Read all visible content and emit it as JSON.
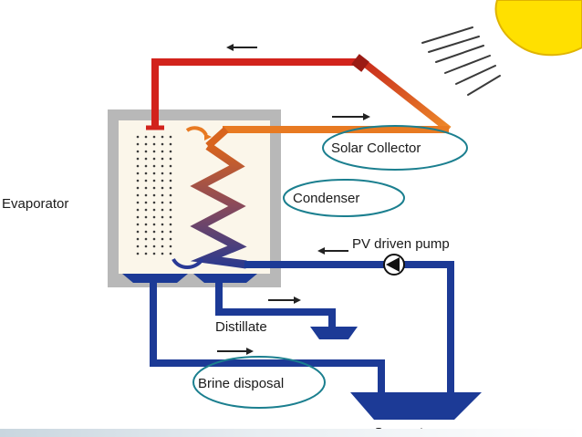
{
  "diagram": {
    "labels": {
      "evaporator": "Evaporator",
      "solar_collector": "Solar Collector",
      "condenser": "Condenser",
      "pv_pump": "PV driven pump",
      "distillate": "Distillate",
      "brine_disposal": "Brine disposal",
      "sea_water": "Sea water"
    },
    "colors": {
      "hot_pipe": "#d2231c",
      "warm_pipe": "#e87a22",
      "cold_pipe": "#1c3a96",
      "coil_gradient_top": "#d8641e",
      "coil_gradient_bottom": "#2e3a8c",
      "sun": "#ffe000",
      "sun_outline": "#e0b400",
      "frame": "#b8b8b8",
      "chamber_fill": "#fbf6ea",
      "highlight_ellipse": "#1b7f8f",
      "arrow": "#222222"
    },
    "icons": [
      "sun-icon",
      "pump-icon",
      "flow-arrow-icon"
    ]
  }
}
